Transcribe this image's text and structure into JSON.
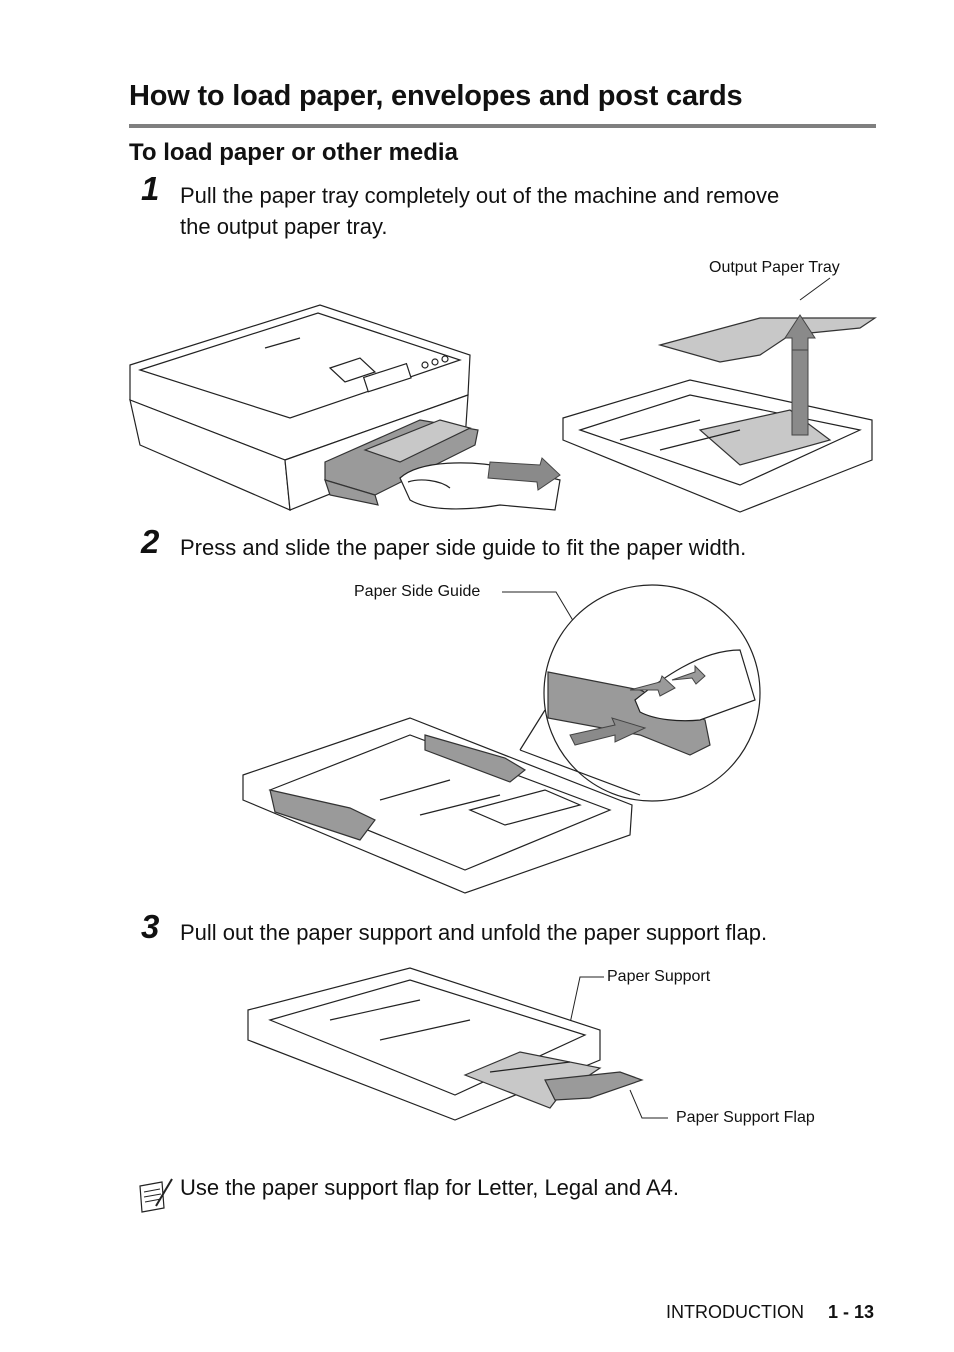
{
  "heading": "How to load paper, envelopes and post cards",
  "subheading": "To load paper or other media",
  "steps": [
    {
      "number": "1",
      "text_line1": "Pull the paper tray completely out of the machine and remove",
      "text_line2": "the output paper tray."
    },
    {
      "number": "2",
      "text": "Press and slide the paper side guide to fit the paper width."
    },
    {
      "number": "3",
      "text": "Pull out the paper support and unfold the paper support flap."
    }
  ],
  "callouts": {
    "output_paper_tray": "Output Paper Tray",
    "paper_side_guide": "Paper Side Guide",
    "paper_support": "Paper Support",
    "paper_support_flap": "Paper Support Flap"
  },
  "note": {
    "icon": "note-pad-icon",
    "text": "Use the paper support flap for Letter, Legal and A4."
  },
  "footer": {
    "section": "INTRODUCTION",
    "page": "1 - 13"
  }
}
